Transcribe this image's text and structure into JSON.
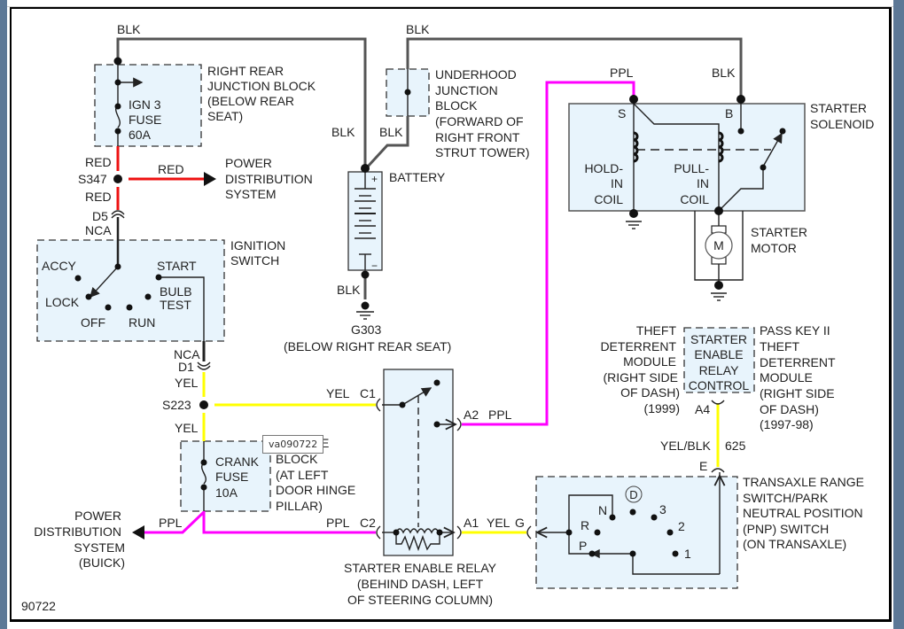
{
  "diagram_id": "90722",
  "tooltip": "va090722",
  "colors": {
    "blk": "#555555",
    "red": "#ee1111",
    "yel": "#ffff00",
    "ppl": "#ff00ff",
    "component_fill": "#e8f4fc"
  },
  "wires": {
    "blk_top_left": "BLK",
    "blk_top_right": "BLK",
    "blk_batt_a": "BLK",
    "blk_batt_b": "BLK",
    "blk_ground": "BLK",
    "red_upper": "RED",
    "red_branch": "RED",
    "red_lower": "RED",
    "yel_upper": "YEL",
    "yel_lower": "YEL",
    "yel_c1": "YEL",
    "ppl_a2": "PPL",
    "ppl_solenoid": "PPL",
    "blk_solenoid": "BLK",
    "ppl_c2": "PPL",
    "ppl_pds": "PPL",
    "yel_a1": "YEL",
    "yel_blk": "YEL/BLK",
    "circuit_625": "625"
  },
  "splices": {
    "s347": "S347",
    "s223": "S223"
  },
  "connectors": {
    "d5": "D5",
    "d5_nca": "NCA",
    "d1": "D1",
    "d1_nca": "NCA",
    "c1": "C1",
    "c2": "C2",
    "a1": "A1",
    "a2": "A2",
    "a4": "A4",
    "e": "E",
    "g": "G"
  },
  "components": {
    "right_rear_jb": {
      "lines": [
        "RIGHT REAR",
        "JUNCTION BLOCK",
        "(BELOW REAR",
        "SEAT)"
      ],
      "fuse": [
        "IGN 3",
        "FUSE",
        "60A"
      ]
    },
    "power_dist": [
      "POWER",
      "DISTRIBUTION",
      "SYSTEM"
    ],
    "power_dist_buick": [
      "POWER",
      "DISTRIBUTION",
      "SYSTEM",
      "(BUICK)"
    ],
    "ignition_switch": {
      "lines": [
        "IGNITION",
        "SWITCH"
      ],
      "positions": {
        "accy": "ACCY",
        "lock": "LOCK",
        "off": "OFF",
        "run": "RUN",
        "start": "START",
        "bulb": "BULB",
        "test": "TEST"
      }
    },
    "underhood_jb": [
      "UNDERHOOD",
      "JUNCTION",
      "BLOCK",
      "(FORWARD OF",
      "RIGHT FRONT",
      "STRUT TOWER)"
    ],
    "battery": {
      "label": "BATTERY",
      "plus": "+",
      "minus": "−"
    },
    "ground": {
      "id": "G303",
      "location": "(BELOW RIGHT REAR SEAT)"
    },
    "crank_fuse": {
      "fuse": [
        "CRANK",
        "FUSE",
        "10A"
      ],
      "lines": [
        "E",
        "BLOCK",
        "(AT LEFT",
        "DOOR HINGE",
        "PILLAR)"
      ]
    },
    "starter_relay": [
      "STARTER ENABLE RELAY",
      "(BEHIND DASH, LEFT",
      "OF STEERING COLUMN)"
    ],
    "starter_solenoid": {
      "lines": [
        "STARTER",
        "SOLENOID"
      ],
      "s": "S",
      "b": "B",
      "hold": [
        "HOLD-",
        "IN",
        "COIL"
      ],
      "pull": [
        "PULL-",
        "IN",
        "COIL"
      ]
    },
    "starter_motor": {
      "lines": [
        "STARTER",
        "MOTOR"
      ],
      "symbol": "M"
    },
    "theft_module_1999": [
      "THEFT",
      "DETERRENT",
      "MODULE",
      "(RIGHT SIDE",
      "OF DASH)",
      "(1999)"
    ],
    "relay_control": [
      "STARTER",
      "ENABLE",
      "RELAY",
      "CONTROL"
    ],
    "passkey_module": [
      "PASS KEY II",
      "THEFT",
      "DETERRENT",
      "MODULE",
      "(RIGHT SIDE",
      "OF DASH)",
      "(1997-98)"
    ],
    "pnp_switch": {
      "lines": [
        "TRANSAXLE RANGE",
        "SWITCH/PARK",
        "NEUTRAL POSITION",
        "(PNP) SWITCH",
        "(ON TRANSAXLE)"
      ],
      "positions": {
        "p": "P",
        "r": "R",
        "n": "N",
        "d": "D",
        "three": "3",
        "two": "2",
        "one": "1"
      }
    }
  }
}
